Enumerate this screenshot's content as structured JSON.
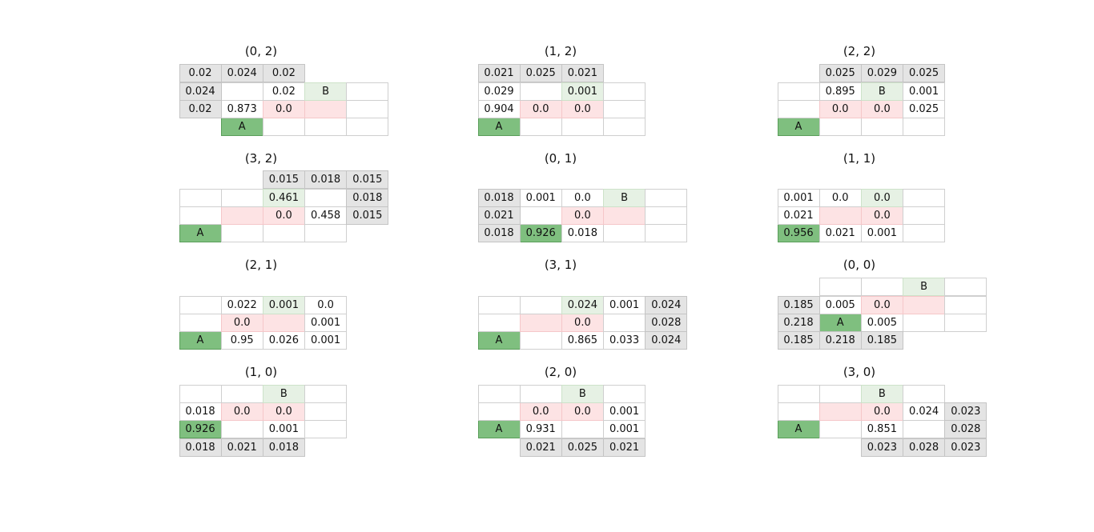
{
  "colors": {
    "grid_line": "#cfcfcf",
    "agent_fill": "#7fbf7f",
    "agent_border": "#5a9e5a",
    "goal_fill": "#e6f1e4",
    "goal_border": "#cde2c9",
    "hazard_fill": "#fde3e4",
    "hazard_border": "#f5c7c9",
    "prob_fill": "#e4e4e4",
    "prob_border": "#c4c4c4"
  },
  "panels": [
    {
      "title": "(0, 2)",
      "agent": [
        1,
        0
      ],
      "goal": [
        3,
        2
      ],
      "hazards": [
        [
          3,
          1
        ],
        [
          2,
          1
        ]
      ],
      "values": [
        [
          0,
          3,
          "0.02"
        ],
        [
          1,
          3,
          "0.024"
        ],
        [
          2,
          3,
          "0.02"
        ],
        [
          0,
          2,
          "0.024"
        ],
        [
          2,
          2,
          "0.02"
        ],
        [
          0,
          1,
          "0.02"
        ],
        [
          1,
          1,
          "0.873"
        ],
        [
          2,
          1,
          "0.0"
        ]
      ]
    },
    {
      "title": "(1, 2)",
      "agent": [
        0,
        0
      ],
      "goal": [
        2,
        2
      ],
      "hazards": [
        [
          1,
          1
        ],
        [
          2,
          1
        ]
      ],
      "values": [
        [
          0,
          3,
          "0.021"
        ],
        [
          1,
          3,
          "0.025"
        ],
        [
          2,
          3,
          "0.021"
        ],
        [
          0,
          2,
          "0.029"
        ],
        [
          2,
          2,
          "0.001"
        ],
        [
          0,
          1,
          "0.904"
        ],
        [
          1,
          1,
          "0.0"
        ],
        [
          2,
          1,
          "0.0"
        ]
      ]
    },
    {
      "title": "(2, 2)",
      "agent": [
        0,
        0
      ],
      "goal": [
        2,
        2
      ],
      "hazards": [
        [
          1,
          1
        ],
        [
          2,
          1
        ]
      ],
      "values": [
        [
          1,
          3,
          "0.025"
        ],
        [
          2,
          3,
          "0.029"
        ],
        [
          3,
          3,
          "0.025"
        ],
        [
          1,
          2,
          "0.895"
        ],
        [
          3,
          2,
          "0.001"
        ],
        [
          1,
          1,
          "0.0"
        ],
        [
          2,
          1,
          "0.0"
        ],
        [
          3,
          1,
          "0.025"
        ]
      ]
    },
    {
      "title": "(3, 2)",
      "agent": [
        0,
        0
      ],
      "goal": [
        2,
        2
      ],
      "hazards": [
        [
          1,
          1
        ],
        [
          2,
          1
        ]
      ],
      "values": [
        [
          2,
          3,
          "0.015"
        ],
        [
          3,
          3,
          "0.018"
        ],
        [
          4,
          3,
          "0.015"
        ],
        [
          2,
          2,
          "0.461"
        ],
        [
          4,
          2,
          "0.018"
        ],
        [
          2,
          1,
          "0.0"
        ],
        [
          3,
          1,
          "0.458"
        ],
        [
          4,
          1,
          "0.015"
        ]
      ]
    },
    {
      "title": "(0, 1)",
      "agent": [
        1,
        0
      ],
      "goal": [
        3,
        2
      ],
      "hazards": [
        [
          3,
          1
        ],
        [
          2,
          1
        ]
      ],
      "values": [
        [
          0,
          2,
          "0.018"
        ],
        [
          1,
          2,
          "0.001"
        ],
        [
          2,
          2,
          "0.0"
        ],
        [
          0,
          1,
          "0.021"
        ],
        [
          2,
          1,
          "0.0"
        ],
        [
          0,
          0,
          "0.018"
        ],
        [
          1,
          0,
          "0.926"
        ],
        [
          2,
          0,
          "0.018"
        ]
      ]
    },
    {
      "title": "(1, 1)",
      "agent": [
        0,
        0
      ],
      "goal": [
        2,
        2
      ],
      "hazards": [
        [
          1,
          1
        ],
        [
          2,
          1
        ]
      ],
      "values": [
        [
          0,
          2,
          "0.001"
        ],
        [
          1,
          2,
          "0.0"
        ],
        [
          2,
          2,
          "0.0"
        ],
        [
          0,
          1,
          "0.021"
        ],
        [
          2,
          1,
          "0.0"
        ],
        [
          0,
          0,
          "0.956"
        ],
        [
          1,
          0,
          "0.021"
        ],
        [
          2,
          0,
          "0.001"
        ]
      ]
    },
    {
      "title": "(2, 1)",
      "agent": [
        0,
        0
      ],
      "goal": [
        2,
        2
      ],
      "hazards": [
        [
          1,
          1
        ],
        [
          2,
          1
        ]
      ],
      "values": [
        [
          1,
          2,
          "0.022"
        ],
        [
          2,
          2,
          "0.001"
        ],
        [
          3,
          2,
          "0.0"
        ],
        [
          1,
          1,
          "0.0"
        ],
        [
          3,
          1,
          "0.001"
        ],
        [
          1,
          0,
          "0.95"
        ],
        [
          2,
          0,
          "0.026"
        ],
        [
          3,
          0,
          "0.001"
        ]
      ]
    },
    {
      "title": "(3, 1)",
      "agent": [
        0,
        0
      ],
      "goal": [
        2,
        2
      ],
      "hazards": [
        [
          1,
          1
        ],
        [
          2,
          1
        ]
      ],
      "values": [
        [
          2,
          2,
          "0.024"
        ],
        [
          3,
          2,
          "0.001"
        ],
        [
          4,
          2,
          "0.024"
        ],
        [
          2,
          1,
          "0.0"
        ],
        [
          4,
          1,
          "0.028"
        ],
        [
          2,
          0,
          "0.865"
        ],
        [
          3,
          0,
          "0.033"
        ],
        [
          4,
          0,
          "0.024"
        ]
      ]
    },
    {
      "title": "(0, 0)",
      "agent": [
        1,
        1
      ],
      "goal": [
        3,
        3
      ],
      "hazards": [
        [
          3,
          2
        ],
        [
          2,
          2
        ]
      ],
      "values": [
        [
          0,
          2,
          "0.185"
        ],
        [
          1,
          2,
          "0.005"
        ],
        [
          2,
          2,
          "0.0"
        ],
        [
          0,
          1,
          "0.218"
        ],
        [
          2,
          1,
          "0.005"
        ],
        [
          0,
          0,
          "0.185"
        ],
        [
          1,
          0,
          "0.218"
        ],
        [
          2,
          0,
          "0.185"
        ]
      ]
    },
    {
      "title": "(1, 0)",
      "agent": [
        0,
        1
      ],
      "goal": [
        2,
        3
      ],
      "hazards": [
        [
          1,
          2
        ],
        [
          2,
          2
        ]
      ],
      "values": [
        [
          0,
          2,
          "0.018"
        ],
        [
          1,
          2,
          "0.0"
        ],
        [
          2,
          2,
          "0.0"
        ],
        [
          0,
          1,
          "0.926"
        ],
        [
          2,
          1,
          "0.001"
        ],
        [
          0,
          0,
          "0.018"
        ],
        [
          1,
          0,
          "0.021"
        ],
        [
          2,
          0,
          "0.018"
        ]
      ]
    },
    {
      "title": "(2, 0)",
      "agent": [
        0,
        1
      ],
      "goal": [
        2,
        3
      ],
      "hazards": [
        [
          1,
          2
        ],
        [
          2,
          2
        ]
      ],
      "values": [
        [
          1,
          2,
          "0.0"
        ],
        [
          2,
          2,
          "0.0"
        ],
        [
          3,
          2,
          "0.001"
        ],
        [
          1,
          1,
          "0.931"
        ],
        [
          3,
          1,
          "0.001"
        ],
        [
          1,
          0,
          "0.021"
        ],
        [
          2,
          0,
          "0.025"
        ],
        [
          3,
          0,
          "0.021"
        ]
      ]
    },
    {
      "title": "(3, 0)",
      "agent": [
        0,
        1
      ],
      "goal": [
        2,
        3
      ],
      "hazards": [
        [
          1,
          2
        ],
        [
          2,
          2
        ]
      ],
      "values": [
        [
          2,
          2,
          "0.0"
        ],
        [
          3,
          2,
          "0.024"
        ],
        [
          4,
          2,
          "0.023"
        ],
        [
          2,
          1,
          "0.851"
        ],
        [
          4,
          1,
          "0.028"
        ],
        [
          2,
          0,
          "0.023"
        ],
        [
          3,
          0,
          "0.028"
        ],
        [
          4,
          0,
          "0.023"
        ]
      ]
    }
  ],
  "labels": {
    "agent": "A",
    "goal": "B"
  }
}
